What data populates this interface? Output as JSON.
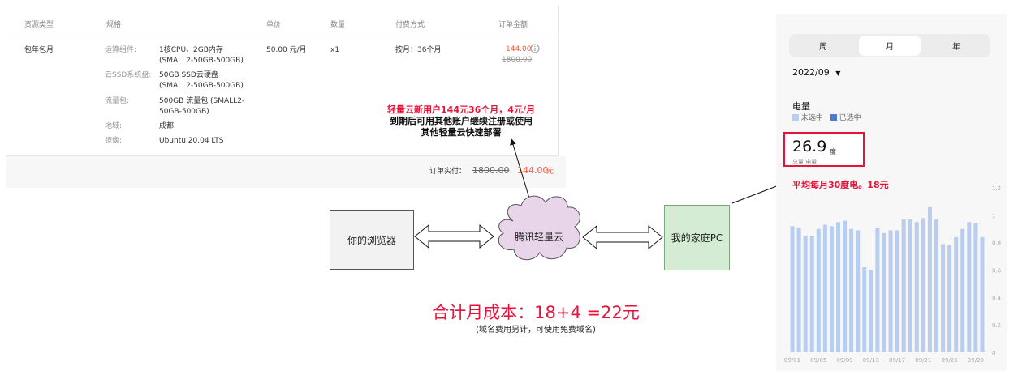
{
  "order": {
    "headers": [
      "资源类型",
      "规格",
      "单价",
      "数量",
      "付费方式",
      "订单金额"
    ],
    "resource_type": "包年包月",
    "specs": [
      {
        "key": "运算组件:",
        "value_lines": [
          "1核CPU、2GB内存",
          "(SMALL2-50GB-500GB)"
        ]
      },
      {
        "key": "云SSD系统盘:",
        "value_lines": [
          "50GB SSD云硬盘",
          "(SMALL2-50GB-500GB)"
        ]
      },
      {
        "key": "流量包:",
        "value_lines": [
          "500GB 流量包 (SMALL2-",
          "50GB-500GB)"
        ]
      },
      {
        "key": "地域:",
        "value_lines": [
          "成都"
        ]
      },
      {
        "key": "镜像:",
        "value_lines": [
          "Ubuntu 20.04 LTS"
        ]
      }
    ],
    "unit_price": "50.00 元/月",
    "quantity": "x1",
    "payment": "按月：36个月",
    "amount": "144.00",
    "amount_original": "1800.00",
    "info_icon": "info-icon",
    "total_label": "订单实付：",
    "total_original": "1800.00",
    "total_paid": "144.00",
    "total_unit": "元"
  },
  "annotation_top": {
    "line1": "轻量云新用户144元36个月，4元/月",
    "line2": "到期后可用其他账户继续注册或使用",
    "line3": "其他轻量云快速部署"
  },
  "diagram": {
    "browser": "你的浏览器",
    "cloud": "腾讯轻量云",
    "home_pc": "我的家庭PC"
  },
  "cost": {
    "main": "合计月成本：18+4 =22元",
    "sub": "(域名费用另计，可使用免费域名)"
  },
  "energy": {
    "tabs": [
      "周",
      "月",
      "年"
    ],
    "active_tab": "月",
    "month": "2022/09",
    "title": "电量",
    "legend_unselected": "未选中",
    "legend_selected": "已选中",
    "total_value": "26.9",
    "total_unit": "度",
    "total_label": "总量 电量",
    "avg_note": "平均每月30度电。18元"
  },
  "colors": {
    "accent_red": "#e8133b",
    "order_red": "#f05a3a",
    "bar_unselected": "#b8cdef",
    "bar_selected": "#4a78d4",
    "cloud_fill": "#e8d5ea",
    "pc_fill": "#d3ecd3",
    "browser_fill": "#f2f2f2"
  },
  "chart_data": {
    "type": "bar",
    "categories": [
      "09/01",
      "09/02",
      "09/03",
      "09/04",
      "09/05",
      "09/06",
      "09/07",
      "09/08",
      "09/09",
      "09/10",
      "09/11",
      "09/12",
      "09/13",
      "09/14",
      "09/15",
      "09/16",
      "09/17",
      "09/18",
      "09/19",
      "09/20",
      "09/21",
      "09/22",
      "09/23",
      "09/24",
      "09/25",
      "09/26",
      "09/27",
      "09/28",
      "09/29",
      "09/30"
    ],
    "x_tick_labels": [
      "09/01",
      "09/05",
      "09/09",
      "09/13",
      "09/17",
      "09/21",
      "09/25",
      "09/29"
    ],
    "values": [
      0.92,
      0.91,
      0.85,
      0.85,
      0.9,
      0.93,
      0.92,
      0.95,
      0.96,
      0.9,
      0.89,
      0.62,
      0.6,
      0.91,
      0.87,
      0.89,
      0.89,
      0.97,
      0.97,
      0.95,
      0.98,
      1.06,
      0.97,
      0.79,
      0.78,
      0.84,
      0.9,
      0.95,
      0.94,
      0.84
    ],
    "ylim": [
      0,
      1.2
    ],
    "yticks": [
      "0",
      "0.2",
      "0.4",
      "0.6",
      "0.8",
      "1",
      "1.2"
    ],
    "title": "",
    "xlabel": "",
    "ylabel": ""
  }
}
